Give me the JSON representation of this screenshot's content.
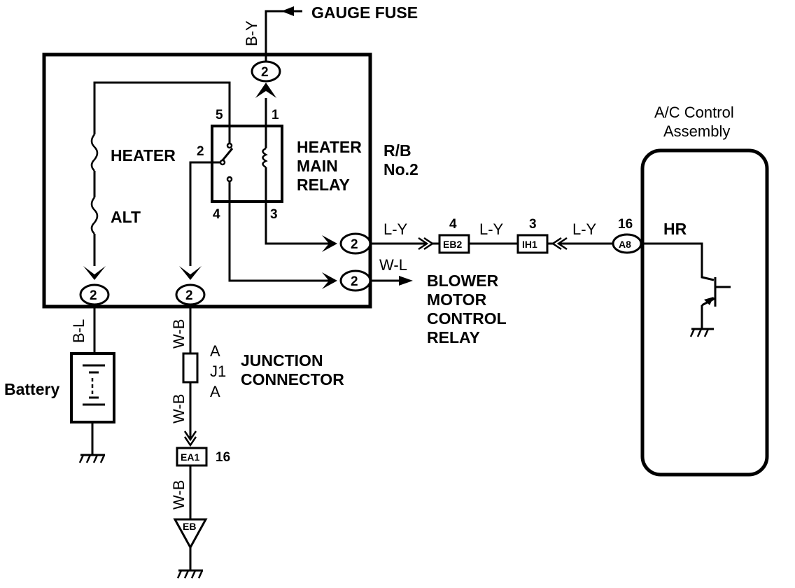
{
  "wires": {
    "b_y": "B-Y",
    "b_l": "B-L",
    "w_b_1": "W-B",
    "w_b_2": "W-B",
    "w_b_3": "W-B",
    "l_y_1": "L-Y",
    "l_y_2": "L-Y",
    "l_y_3": "L-Y",
    "w_l": "W-L"
  },
  "labels": {
    "gauge_fuse": "GAUGE FUSE",
    "heater": "HEATER",
    "alt": "ALT",
    "relay_line1": "HEATER",
    "relay_line2": "MAIN",
    "relay_line3": "RELAY",
    "rb_line1": "R/B",
    "rb_line2": "No.2",
    "ac_line1": "A/C Control",
    "ac_line2": "Assembly",
    "hr": "HR",
    "blower_line1": "BLOWER",
    "blower_line2": "MOTOR",
    "blower_line3": "CONTROL",
    "blower_line4": "RELAY",
    "battery": "Battery",
    "jc_line1": "JUNCTION",
    "jc_line2": "CONNECTOR",
    "j1": "J1",
    "j1_a_top": "A",
    "j1_a_bot": "A"
  },
  "pins": {
    "relay_5": "5",
    "relay_1": "1",
    "relay_2": "2",
    "relay_4": "4",
    "relay_3": "3",
    "eb2_pin": "4",
    "ih1_pin": "3",
    "a8_pin": "16",
    "ea1_pin": "16"
  },
  "connectors": {
    "rb_top": "2",
    "rb_bl": "2",
    "rb_wb": "2",
    "rb_ly": "2",
    "rb_wl": "2",
    "eb2": "EB2",
    "ih1": "IH1",
    "a8": "A8",
    "ea1": "EA1",
    "eb": "EB"
  }
}
